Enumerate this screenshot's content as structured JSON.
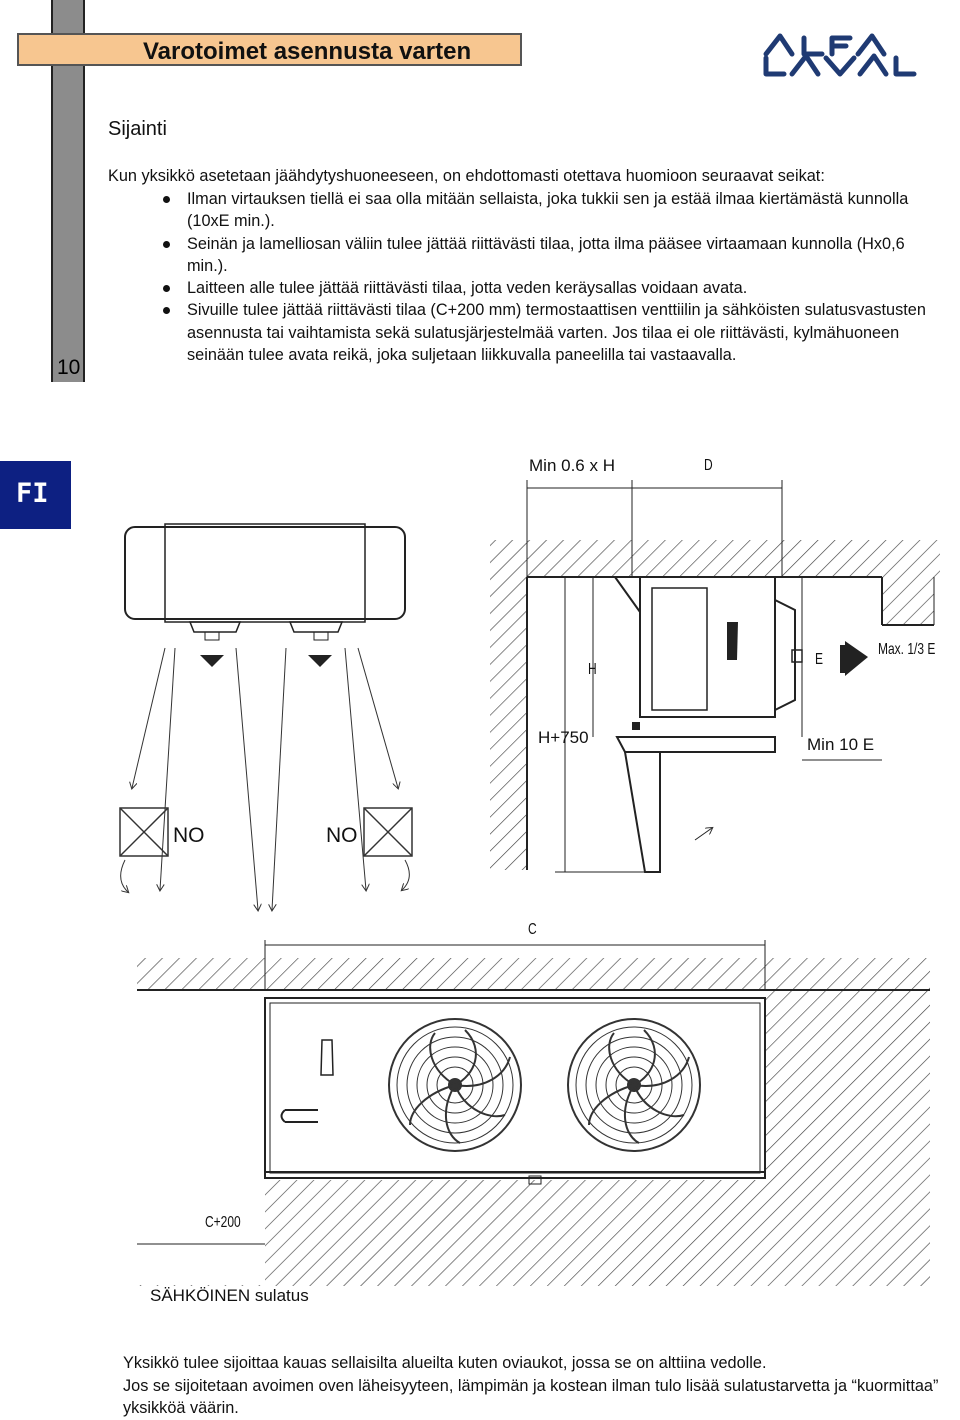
{
  "page": {
    "number": "10",
    "title": "Varotoimet asennusta varten",
    "language_tab": "FI"
  },
  "logo": {
    "name": "Alfa Laval"
  },
  "section": {
    "title": "Sijainti",
    "intro": "Kun yksikkö asetetaan jäähdytyshuoneeseen, on ehdottomasti otettava huomioon seuraavat seikat:",
    "bullets": [
      "Ilman virtauksen tiellä ei saa olla mitään sellaista, joka tukkii sen ja estää ilmaa kiertämästä kunnolla (10xE min.).",
      "Seinän ja lamelliosan väliin tulee jättää riittävästi tilaa, jotta ilma pääsee virtaamaan kunnolla (Hx0,6 min.).",
      "Laitteen alle tulee jättää riittävästi tilaa, jotta veden keräysallas voidaan avata.",
      "Sivuille tulee jättää riittävästi tilaa (C+200 mm) termostaattisen venttiilin ja sähköisten sulatusvastusten asennusta tai vaihtamista sekä sulatusjärjestelmää varten. Jos tilaa ei ole riittävästi, kylmähuoneen seinään tulee avata reikä, joka suljetaan liikkuvalla paneelilla tai vastaavalla."
    ]
  },
  "diagram_labels": {
    "no_left": "NO",
    "no_right": "NO",
    "min_06h": "Min 0.6 x H",
    "d": "D",
    "h": "H",
    "e": "E",
    "max_13e": "Max. 1/3 E",
    "h_plus_750": "H+750",
    "min_10e": "Min 10 E",
    "c": "C",
    "c_plus_200": "C+200",
    "electric_defrost": "SÄHKÖINEN sulatus"
  },
  "footer": {
    "line1": "Yksikkö tulee sijoittaa kauas sellaisilta alueilta kuten oviaukot, jossa se on alttiina vedolle.",
    "line2": "Jos se sijoitetaan avoimen oven läheisyyteen, lämpimän ja kostean ilman tulo lisää sulatustarvetta ja “kuormittaa” yksikköä väärin."
  }
}
